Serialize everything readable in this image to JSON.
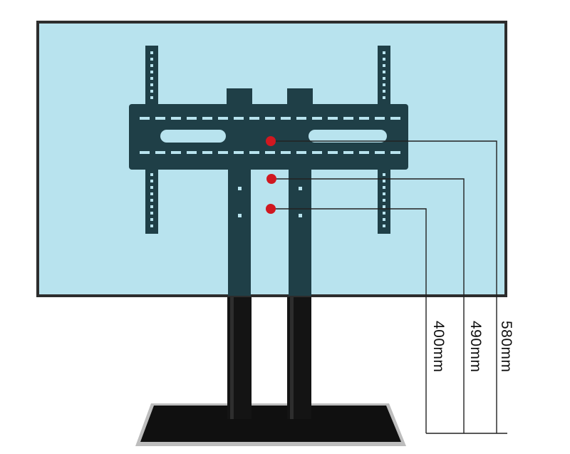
{
  "colors": {
    "screen_fill": "#b8e3ee",
    "screen_border": "#2d2d2d",
    "bracket": "#1f3f47",
    "pole": "#141414",
    "base_plate": "#101010",
    "base_rim": "#bdbdbd",
    "marker": "#d01820",
    "leader_line": "#222222"
  },
  "markers": [
    {
      "id": "upper",
      "icon": "red-dot"
    },
    {
      "id": "middle",
      "icon": "red-dot"
    },
    {
      "id": "lower",
      "icon": "red-dot"
    }
  ],
  "dimensions": [
    {
      "label": "400mm",
      "marker": "lower"
    },
    {
      "label": "490mm",
      "marker": "middle"
    },
    {
      "label": "580mm",
      "marker": "upper"
    }
  ]
}
